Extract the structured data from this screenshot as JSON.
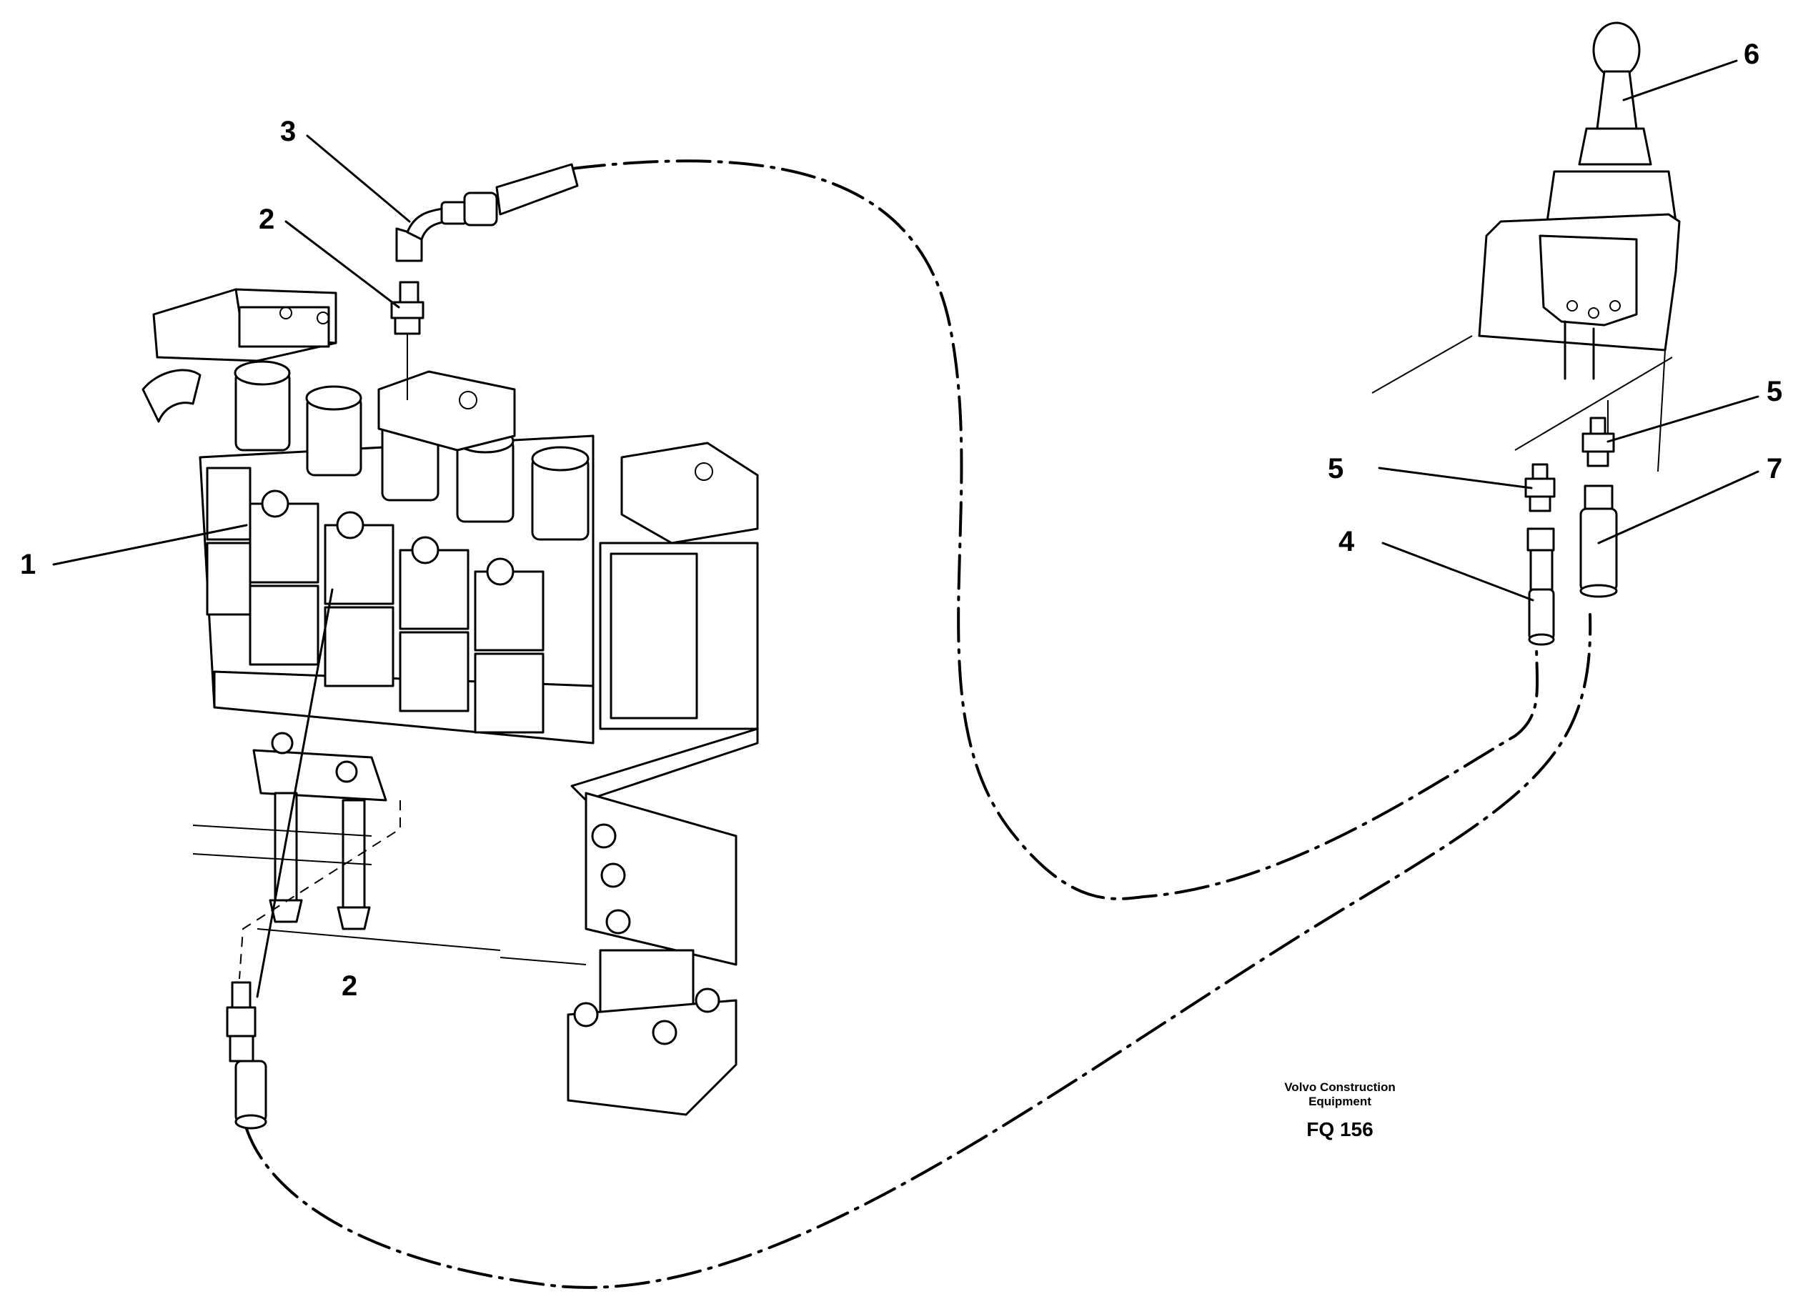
{
  "diagram": {
    "callouts": [
      {
        "id": "c1",
        "label": "1"
      },
      {
        "id": "c2a",
        "label": "2"
      },
      {
        "id": "c2b",
        "label": "2"
      },
      {
        "id": "c3",
        "label": "3"
      },
      {
        "id": "c4",
        "label": "4"
      },
      {
        "id": "c5a",
        "label": "5"
      },
      {
        "id": "c5b",
        "label": "5"
      },
      {
        "id": "c6",
        "label": "6"
      },
      {
        "id": "c7",
        "label": "7"
      }
    ],
    "caption": {
      "line1": "Volvo Construction",
      "line2": "Equipment",
      "code": "FQ 156"
    }
  }
}
